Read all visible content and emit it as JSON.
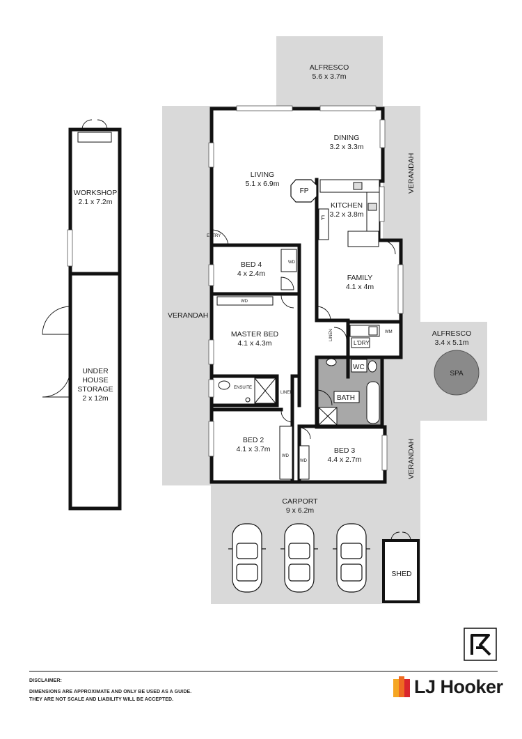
{
  "rooms": {
    "alfresco_top": {
      "name": "ALFRESCO",
      "dim": "5.6 x 3.7m"
    },
    "dining": {
      "name": "DINING",
      "dim": "3.2 x 3.3m"
    },
    "living": {
      "name": "LIVING",
      "dim": "5.1 x 6.9m"
    },
    "kitchen": {
      "name": "KITCHEN",
      "dim": "3.2 x 3.8m"
    },
    "bed4": {
      "name": "BED 4",
      "dim": "4 x 2.4m"
    },
    "family": {
      "name": "FAMILY",
      "dim": "4.1 x 4m"
    },
    "master": {
      "name": "MASTER BED",
      "dim": "4.1 x 4.3m"
    },
    "bed2": {
      "name": "BED 2",
      "dim": "4.1 x 3.7m"
    },
    "bed3": {
      "name": "BED 3",
      "dim": "4.4 x 2.7m"
    },
    "alfresco_right": {
      "name": "ALFRESCO",
      "dim": "3.4 x 5.1m"
    },
    "carport": {
      "name": "CARPORT",
      "dim": "9 x 6.2m"
    },
    "workshop": {
      "name": "WORKSHOP",
      "dim": "2.1 x 7.2m"
    },
    "storage": {
      "line1": "UNDER",
      "line2": "HOUSE",
      "line3": "STORAGE",
      "dim": "2 x 12m"
    }
  },
  "labels": {
    "verandah_top": "VERANDAH",
    "verandah_left": "VERANDAH",
    "verandah_bottom": "VERANDAH",
    "entry": "ENTRY",
    "fp": "FP",
    "f": "F",
    "wd": "WD",
    "linen": "LINEN",
    "ldry": "L'DRY",
    "wm": "WM",
    "wc": "WC",
    "ensuite": "ENSUITE",
    "bath": "BATH",
    "spa": "SPA",
    "shed": "SHED"
  },
  "disclaimer": {
    "title": "DISCLAIMER:",
    "line1": "DIMENSIONS ARE APPROXIMATE AND ONLY BE USED AS A GUIDE.",
    "line2": "THEY ARE NOT SCALE AND LIABILITY WILL BE ACCEPTED."
  },
  "brand": {
    "name": "LJ Hooker",
    "colors": [
      "#f5a623",
      "#ee6b22",
      "#d9262c"
    ]
  },
  "colors": {
    "outdoor": "#d9d9d9",
    "wet_area": "#a8a8a8",
    "spa": "#8a8a8a",
    "wall": "#111111"
  }
}
